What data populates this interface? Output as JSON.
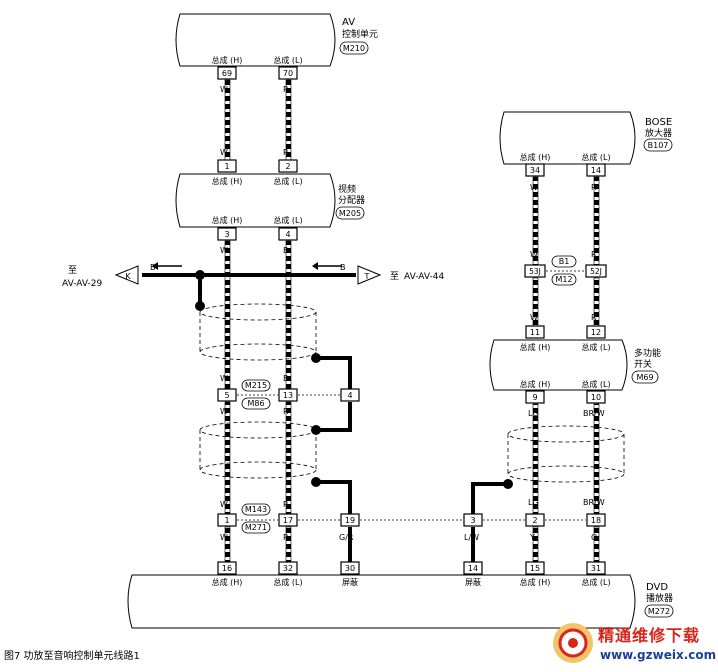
{
  "components": {
    "av_unit": {
      "name": "AV",
      "subtitle": "控制单元",
      "code": "M210"
    },
    "video_splitter": {
      "name_lines": [
        "视频",
        "分配器"
      ],
      "code": "M205"
    },
    "bose_amp": {
      "name": "BOSE",
      "subtitle": "放大器",
      "code": "B107"
    },
    "multi_switch": {
      "name_lines": [
        "多功能",
        "开关"
      ],
      "code": "M69"
    },
    "dvd_player": {
      "name": "DVD",
      "subtitle": "播放器",
      "code": "M272"
    }
  },
  "pin_labels": {
    "total_h": "总成 (H)",
    "total_l": "总成 (L)",
    "shield": "屏蔽"
  },
  "pins": {
    "av_h": "69",
    "av_l": "70",
    "vs_in_h": "1",
    "vs_in_l": "2",
    "vs_out_h": "3",
    "vs_out_l": "4",
    "conn1_a": "5",
    "conn1_b": "13",
    "conn1_c": "4",
    "conn2_a": "1",
    "conn2_b": "17",
    "conn2_c": "19",
    "dvd_16": "16",
    "dvd_32": "32",
    "dvd_30": "30",
    "dvd_14": "14",
    "dvd_15": "15",
    "dvd_31": "31",
    "bose_h": "34",
    "bose_l": "14",
    "b1_h": "53J",
    "b1_l": "52J",
    "mf_in_h": "11",
    "mf_in_l": "12",
    "mf_out_h": "9",
    "mf_out_l": "10",
    "conn3_a": "3",
    "conn3_b": "2",
    "conn3_c": "18"
  },
  "wire_colors": {
    "w": "W",
    "r": "R",
    "b": "B",
    "gr": "G/R",
    "lw": "L/W",
    "lg": "LG",
    "brw": "BR/W",
    "y": "Y",
    "o": "O"
  },
  "connector_codes": {
    "m215": "M215",
    "m86": "M86",
    "m143": "M143",
    "m271": "M271",
    "b1": "B1",
    "m12": "M12"
  },
  "arrows": {
    "left": {
      "to": "至",
      "target": "AV-AV-29",
      "pin": "K",
      "wire": "B"
    },
    "right": {
      "to": "至",
      "target": "AV-AV-44",
      "pin": "T",
      "wire": "B"
    }
  },
  "caption": "图7   功放至音响控制单元线路1",
  "watermark": {
    "title": "精通维修下载",
    "url": "www.gzweix.com"
  },
  "colors": {
    "line": "#000000",
    "watermark_red": "#d9261c",
    "watermark_blue": "#1c3f9a"
  }
}
